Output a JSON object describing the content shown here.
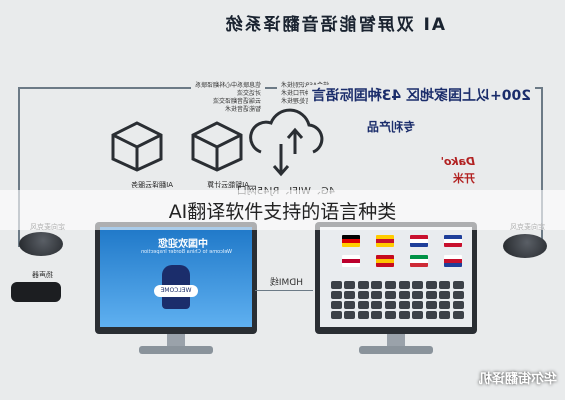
{
  "overlay_caption": "AI翻译软件支持的语言种类",
  "mirrored": {
    "title": "AI 双屏智能语音翻译系统",
    "features_left": [
      "信息联系中心科翻译联系",
      "对话交流",
      "云端语音翻译交流",
      "智能语音技术"
    ],
    "features_right": [
      "结合ASR识别技术",
      "适合多种开口技术",
      "自然语言处理技术"
    ],
    "cube_labels": [
      "AI翻译云服务",
      "AI智能云计算"
    ],
    "ports_text": "4G、WIFI、RJ45网口",
    "headline1": "200+以上国家地区 43种国际语言",
    "headline2": "专利产品",
    "brand": "Dako'",
    "brand_sub": "开米",
    "left_device_label": "定向麦克风",
    "right_device_label": "定向麦克风",
    "speaker_label": "扬声器",
    "hdmi_label": "HDMI线",
    "screen_welcome": "中国欢迎您",
    "screen_welcome_en": "Welcome to China Border Inspection",
    "screen_button": "WELCOME",
    "watermark": "华尔街翻译机"
  },
  "flags": [
    [
      "#1f3f9a",
      "#ffffff",
      "#c8102e"
    ],
    [
      "#c8102e",
      "#ffffff",
      "#1f3f9a"
    ],
    [
      "#ffcc00",
      "#c8102e",
      "#ffcc00"
    ],
    [
      "#000000",
      "#dd0000",
      "#ffce00"
    ],
    [
      "#ffffff",
      "#c8102e",
      "#1f3f9a"
    ],
    [
      "#009246",
      "#ffffff",
      "#ce2b37"
    ],
    [
      "#c60b1e",
      "#ffc400",
      "#c60b1e"
    ],
    [
      "#ffffff",
      "#bc002d",
      "#ffffff"
    ]
  ]
}
